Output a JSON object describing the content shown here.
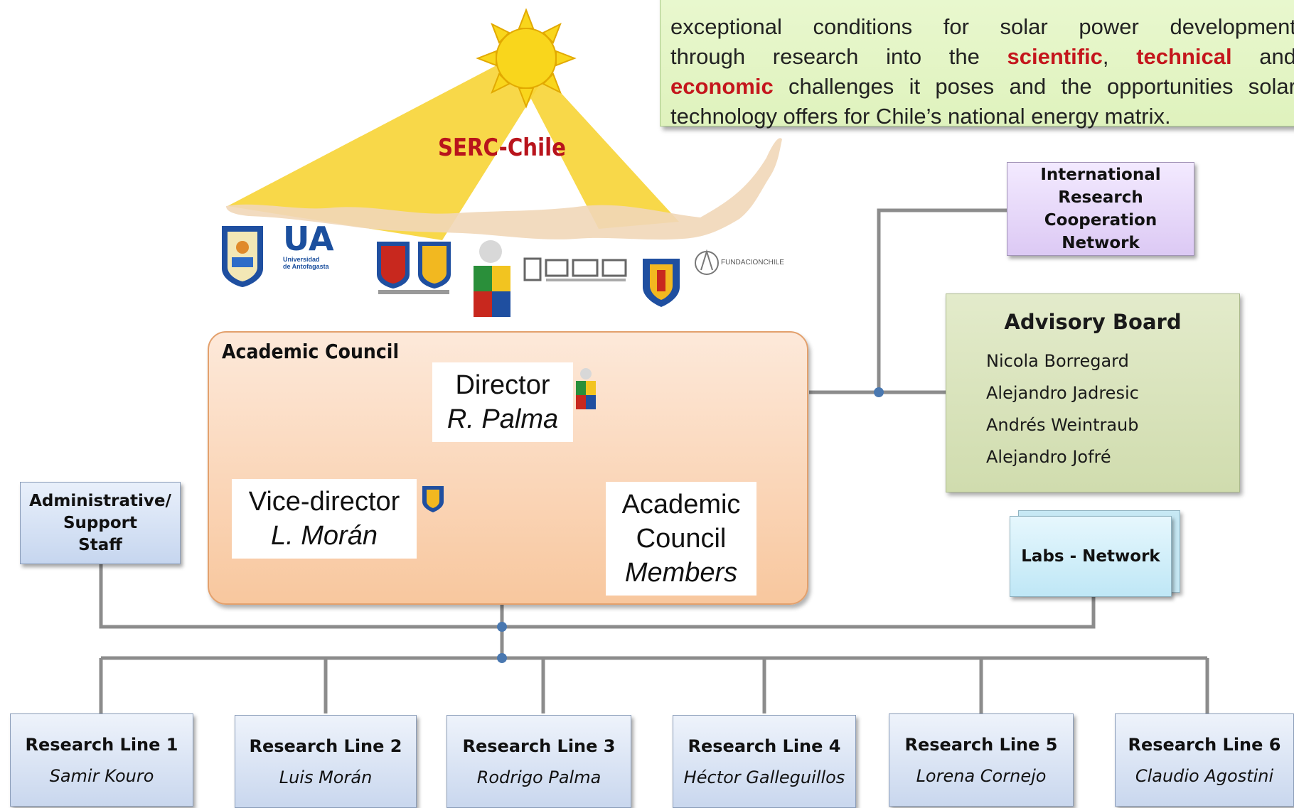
{
  "mission": {
    "line1": "exceptional conditions for solar power development",
    "line2_pre": "through research into the ",
    "word_scientific": "scientific",
    "sep1": ", ",
    "word_technical": "technical",
    "sep2": " and",
    "word_economic": "economic",
    "line3_post": " challenges it poses and the opportunities solar",
    "line4": "technology offers for Chile’s national energy matrix."
  },
  "serc_label": "SERC-Chile",
  "logos": {
    "ua_text": "UA",
    "ua_sub1": "Universidad",
    "ua_sub2": "de Antofagasta",
    "fundacion_text": "FUNDACIONCHILE"
  },
  "international": {
    "line1": "International",
    "line2": "Research",
    "line3": "Cooperation",
    "line4": "Network"
  },
  "advisory": {
    "title": "Advisory Board",
    "members": [
      "Nicola Borregard",
      "Alejandro Jadresic",
      "Andrés Weintraub",
      "Alejandro Jofré"
    ]
  },
  "labs": {
    "label": "Labs - Network"
  },
  "admin": {
    "line1": "Administrative/",
    "line2": "Support",
    "line3": "Staff"
  },
  "council": {
    "title": "Academic Council",
    "director_role": "Director",
    "director_name": "R. Palma",
    "vice_role": "Vice-director",
    "vice_name": "L. Morán",
    "members_l1": "Academic",
    "members_l2": "Council",
    "members_l3": "Members"
  },
  "research_lines": [
    {
      "title": "Research Line 1",
      "name": "Samir Kouro"
    },
    {
      "title": "Research Line 2",
      "name": "Luis Morán"
    },
    {
      "title": "Research Line 3",
      "name": "Rodrigo Palma"
    },
    {
      "title": "Research Line 4",
      "name": "Héctor Galleguillos"
    },
    {
      "title": "Research Line 5",
      "name": "Lorena Cornejo"
    },
    {
      "title": "Research Line 6",
      "name": "Claudio Agostini"
    }
  ],
  "colors": {
    "highlight_red": "#c4161c",
    "connector_gray": "#8c8c8c",
    "junction_blue": "#4a78b0",
    "sun_yellow": "#f9d61c",
    "ray_yellow": "#f7d53a"
  }
}
